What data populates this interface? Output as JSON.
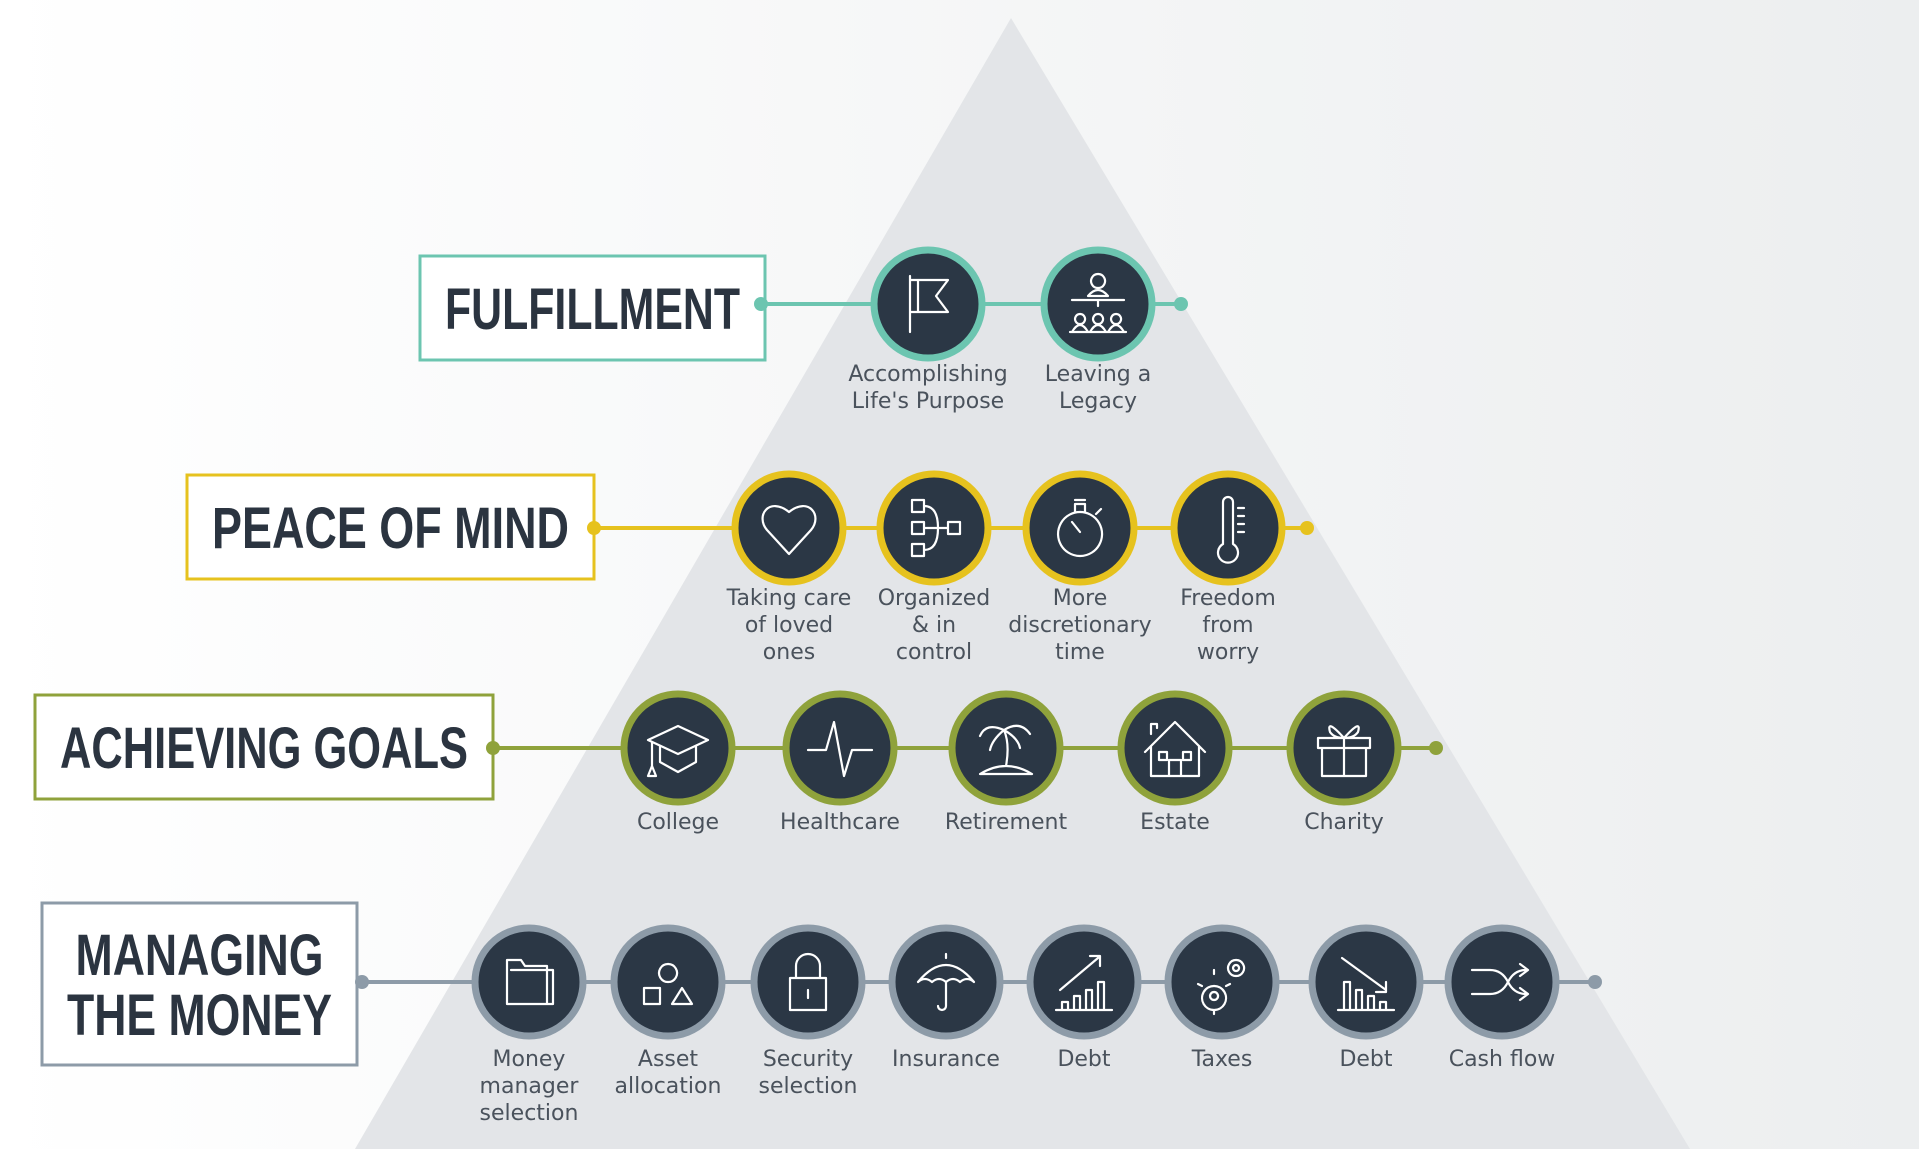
{
  "tiers": [
    {
      "title": [
        "FULFILLMENT"
      ],
      "color": "#6cc5b0",
      "items": [
        {
          "label": [
            "Accomplishing",
            "Life's Purpose"
          ],
          "icon": "flag-icon"
        },
        {
          "label": [
            "Leaving a",
            "Legacy"
          ],
          "icon": "audience-icon"
        }
      ]
    },
    {
      "title": [
        "PEACE OF MIND"
      ],
      "color": "#e6c21e",
      "items": [
        {
          "label": [
            "Taking care",
            "of loved",
            "ones"
          ],
          "icon": "heart-icon"
        },
        {
          "label": [
            "Organized",
            "& in",
            "control"
          ],
          "icon": "org-chart-icon"
        },
        {
          "label": [
            "More",
            "discretionary",
            "time"
          ],
          "icon": "stopwatch-icon"
        },
        {
          "label": [
            "Freedom",
            "from",
            "worry"
          ],
          "icon": "thermometer-icon"
        }
      ]
    },
    {
      "title": [
        "ACHIEVING GOALS"
      ],
      "color": "#8fa23b",
      "items": [
        {
          "label": [
            "College"
          ],
          "icon": "graduation-cap-icon"
        },
        {
          "label": [
            "Healthcare"
          ],
          "icon": "heartbeat-icon"
        },
        {
          "label": [
            "Retirement"
          ],
          "icon": "palm-island-icon"
        },
        {
          "label": [
            "Estate"
          ],
          "icon": "house-icon"
        },
        {
          "label": [
            "Charity"
          ],
          "icon": "gift-icon"
        }
      ]
    },
    {
      "title": [
        "MANAGING",
        "THE MONEY"
      ],
      "color": "#8d9ba8",
      "items": [
        {
          "label": [
            "Money",
            "manager",
            "selection"
          ],
          "icon": "folder-icon"
        },
        {
          "label": [
            "Asset",
            "allocation"
          ],
          "icon": "shapes-icon"
        },
        {
          "label": [
            "Security",
            "selection"
          ],
          "icon": "padlock-icon"
        },
        {
          "label": [
            "Insurance"
          ],
          "icon": "umbrella-icon"
        },
        {
          "label": [
            "Debt"
          ],
          "icon": "bar-chart-up-icon"
        },
        {
          "label": [
            "Taxes"
          ],
          "icon": "gears-icon"
        },
        {
          "label": [
            "Debt"
          ],
          "icon": "bar-chart-down-icon"
        },
        {
          "label": [
            "Cash flow"
          ],
          "icon": "shuffle-icon"
        }
      ]
    }
  ],
  "colors": {
    "circle_fill": "#2b3745",
    "pyramid": "#e3e5e8",
    "text": "#2b3440"
  }
}
